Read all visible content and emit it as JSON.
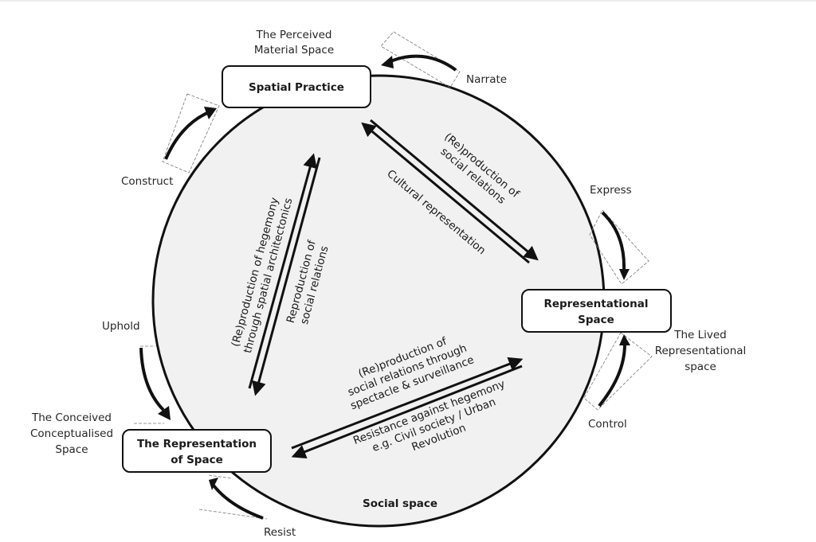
{
  "diagram": {
    "title": "Social space",
    "nodes": {
      "spatial_practice": {
        "label": "Spatial Practice",
        "caption": [
          "The Perceived",
          "Material Space"
        ]
      },
      "representational_space": {
        "label": [
          "Representational",
          "Space"
        ],
        "caption": [
          "The Lived",
          "Representational",
          "space"
        ]
      },
      "representation_of_space": {
        "label": [
          "The Representation",
          "of Space"
        ],
        "caption": [
          "The Conceived",
          "Conceptualised",
          "Space"
        ]
      }
    },
    "cycle_verbs": {
      "narrate": "Narrate",
      "construct": "Construct",
      "express": "Express",
      "control": "Control",
      "uphold": "Uphold",
      "resist": "Resist"
    },
    "edges": {
      "sp_to_rs": [
        "(Re)production of",
        "social relations"
      ],
      "rs_to_sp": [
        "Cultural representation"
      ],
      "ros_to_sp": [
        "(Re)production of hegemony",
        "through spatial architectonics"
      ],
      "sp_to_ros": [
        "Reproduction of",
        "social relations"
      ],
      "ros_to_rs": [
        "(Re)production of",
        "social relations through",
        "spectacle & surveillance"
      ],
      "rs_to_ros": [
        "Resistance against hegemony",
        "e.g. Civil society / Urban",
        "Revolution"
      ]
    },
    "colors": {
      "circle_fill": "#f1f1f1",
      "stroke": "#111111",
      "box_fill": "#ffffff"
    }
  }
}
